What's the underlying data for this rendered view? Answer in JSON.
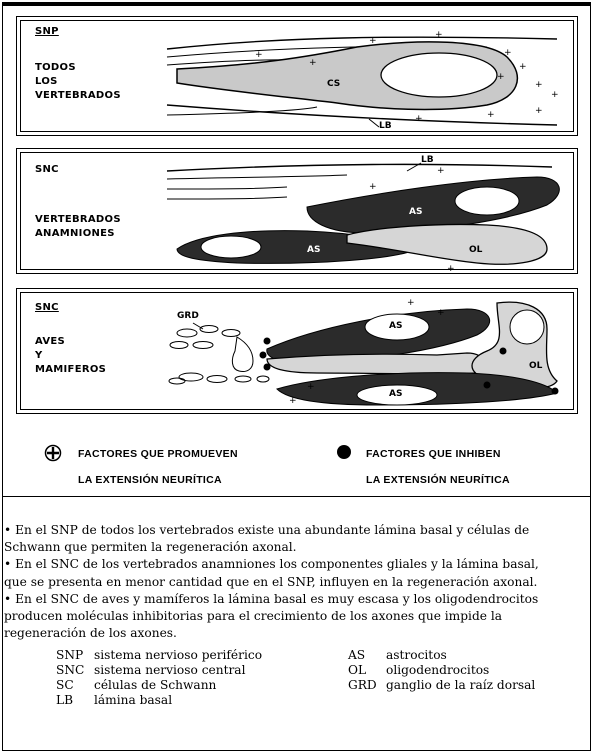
{
  "panels": [
    {
      "region": "SNP",
      "group": [
        "TODOS",
        "LOS",
        "VERTEBRADOS"
      ],
      "cell_labels": [
        "CS",
        "LB"
      ]
    },
    {
      "region": "SNC",
      "group": [
        "VERTEBRADOS",
        "ANAMNIONES"
      ],
      "cell_labels": [
        "LB",
        "AS",
        "AS",
        "OL"
      ]
    },
    {
      "region": "SNC",
      "group": [
        "AVES",
        "Y",
        "MAMIFEROS"
      ],
      "cell_labels": [
        "GRD",
        "AS",
        "OL",
        "AS"
      ]
    }
  ],
  "legend": {
    "promote_line1": "FACTORES QUE PROMUEVEN",
    "promote_line2": "LA EXTENSIÓN NEURÍTICA",
    "inhibit_line1": "FACTORES QUE INHIBEN",
    "inhibit_line2": "LA EXTENSIÓN NEURÍTICA"
  },
  "body_lines": [
    "• En el SNP de todos los vertebrados existe una abundante lámina basal y células de",
    "Schwann que permiten la regeneración axonal.",
    "• En el SNC de los vertebrados anamniones los componentes gliales y la lámina basal,",
    "que se presenta en menor cantidad que en el SNP, influyen en la regeneración axonal.",
    "• En el SNC de aves y mamíferos la lámina basal es muy escasa y los oligodendrocitos",
    "producen moléculas inhibitorias para el crecimiento de los axones que impide la",
    "regeneración de los axones."
  ],
  "abbreviations": {
    "left": [
      {
        "abbr": "SNP",
        "meaning": "sistema nervioso periférico"
      },
      {
        "abbr": "SNC",
        "meaning": "sistema nervioso central"
      },
      {
        "abbr": "SC",
        "meaning": "células de Schwann"
      },
      {
        "abbr": "LB",
        "meaning": "lámina basal"
      }
    ],
    "right": [
      {
        "abbr": "AS",
        "meaning": "astrocitos"
      },
      {
        "abbr": "OL",
        "meaning": "oligodendrocitos"
      },
      {
        "abbr": "GRD",
        "meaning": "ganglio de la raíz dorsal"
      }
    ]
  }
}
